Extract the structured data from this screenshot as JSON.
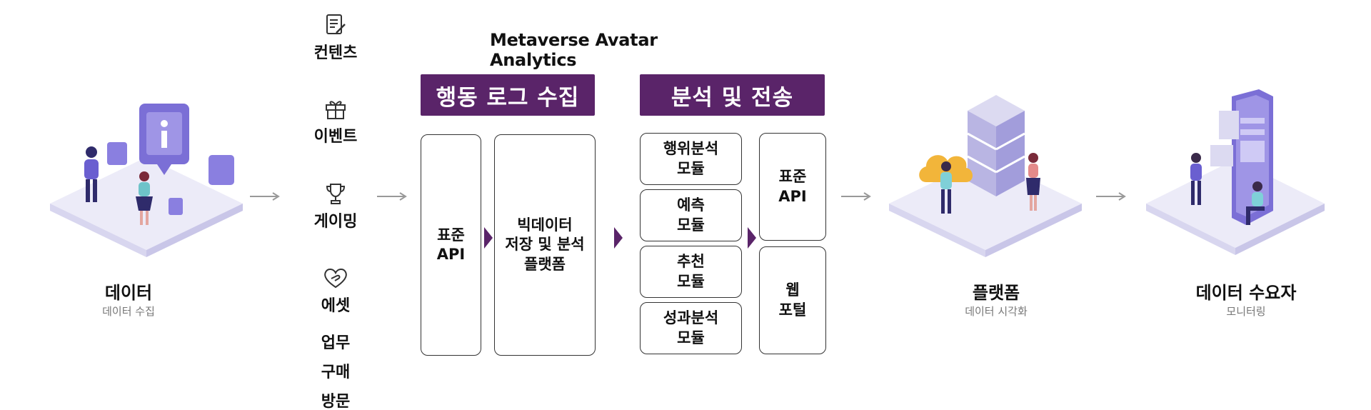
{
  "title": "Metaverse Avatar Analytics",
  "categories": [
    {
      "label": "컨텐츠",
      "icon": "document-edit-icon"
    },
    {
      "label": "이벤트",
      "icon": "gift-icon"
    },
    {
      "label": "게이밍",
      "icon": "trophy-icon"
    },
    {
      "label": "에셋",
      "icon": "heart-hand-icon"
    }
  ],
  "extra_categories": [
    "업무",
    "구매",
    "방문"
  ],
  "sections": {
    "collect": {
      "header": "행동 로그 수집",
      "api_box": "표준\nAPI",
      "platform_box": "빅데이터\n저장 및 분석\n플랫폼"
    },
    "analyze": {
      "header": "분석 및 전송",
      "modules": [
        "행위분석\n모듈",
        "예측\n모듈",
        "추천\n모듈",
        "성과분석\n모듈"
      ],
      "api_box": "표준\nAPI",
      "portal_box": "웹\n포털"
    }
  },
  "stages": [
    {
      "label": "데이터",
      "sub": "데이터 수집"
    },
    {
      "label": "플랫폼",
      "sub": "데이터 시각화"
    },
    {
      "label": "데이터 수요자",
      "sub": "모니터링"
    }
  ],
  "colors": {
    "accent": "#5a2469",
    "illustration_purple": "#7b6fd6",
    "illustration_platform": "#e9e7f7",
    "cloud_yellow": "#f2b53a",
    "arrow_gray": "#999999"
  }
}
